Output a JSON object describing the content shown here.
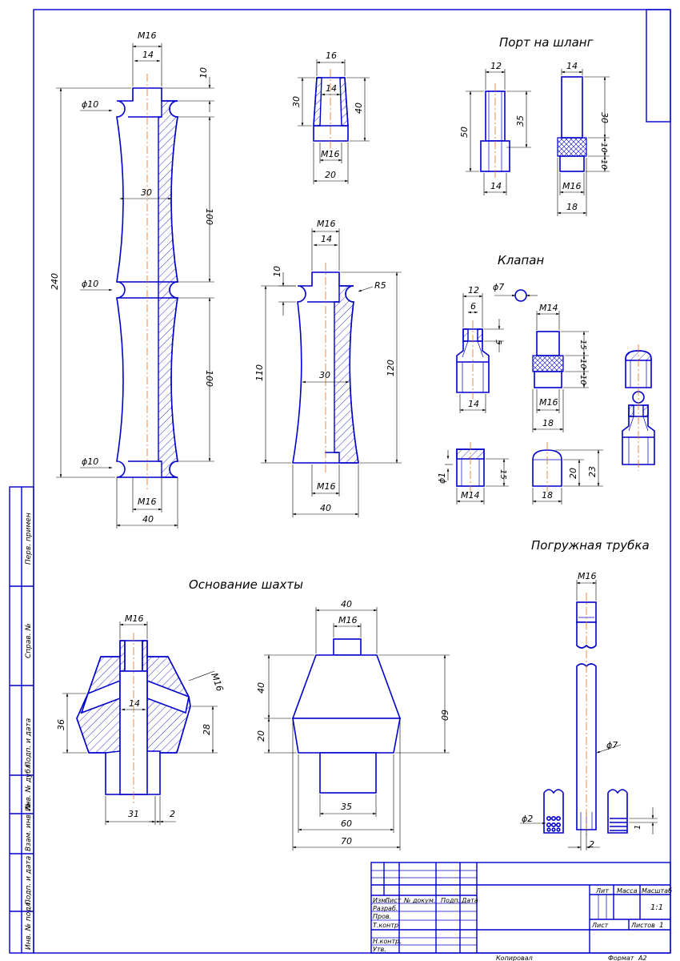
{
  "titles": {
    "port": "Порт на шланг",
    "valve": "Клапан",
    "tube": "Погружная трубка",
    "base": "Основание шахты"
  },
  "frame_labels": {
    "perv_primen": "Перв. примен",
    "sprav": "Справ. №",
    "podp_data_1": "Подп. и дата",
    "inv_dubl": "Инв. № дубл.",
    "vzam_inv": "Взам. инв. №",
    "podp_data_2": "Подп. и дата",
    "inv_podl": "Инв. № подл."
  },
  "title_block": {
    "row_labels": [
      "Изм.",
      "Лист",
      "№ докум.",
      "Подп.",
      "Дата"
    ],
    "roles": [
      "Разраб.",
      "Пров.",
      "Т.контр.",
      "Н.контр.",
      "Утв."
    ],
    "lit": "Лит",
    "massa": "Масса",
    "masshtab": "Масштаб",
    "scale_value": "1:1",
    "list": "Лист",
    "listov": "Листов",
    "listov_value": "1"
  },
  "footer": {
    "kopiroval": "Копировал",
    "format": "Формат",
    "format_value": "A2"
  },
  "dims": {
    "shaft": {
      "thread_top": "M16",
      "top_w": "14",
      "top_h": "10",
      "r_top": "ϕ10",
      "total_h": "240",
      "w_mid": "30",
      "seg1": "100",
      "r_mid": "ϕ10",
      "seg2": "100",
      "r_bot": "ϕ10",
      "thread_bot": "M16",
      "width": "40"
    },
    "sleeve": {
      "top": "16",
      "inner": "14",
      "h_in": "30",
      "h_out": "40",
      "thread": "M16",
      "bottom": "20"
    },
    "support": {
      "thread": "M16",
      "top_w": "14",
      "top_h": "10",
      "radius": "R5",
      "h_left": "110",
      "w_mid": "30",
      "h_right": "120",
      "thread_bot": "M16",
      "width": "40"
    },
    "port_a": {
      "top": "12",
      "h_total": "50",
      "h_upper": "35",
      "bottom": "14"
    },
    "port_b": {
      "top": "14",
      "h_upper": "30",
      "h_mid": "10",
      "h_low": "10",
      "thread": "M16",
      "width": "18"
    },
    "valve_a": {
      "outer": "12",
      "inner": "6",
      "h_top": "5",
      "bottom": "14"
    },
    "valve_ball": {
      "d": "ϕ7"
    },
    "valve_b": {
      "thread": "M14",
      "h1": "15",
      "h2": "10",
      "h3": "10",
      "thread_bot": "M16",
      "width": "18"
    },
    "valve_c": {
      "hole": "ϕ1",
      "h": "15",
      "thread": "M14"
    },
    "valve_d": {
      "h_in": "20",
      "h_out": "23",
      "width": "18"
    },
    "tube": {
      "thread": "M16",
      "d": "ϕ7",
      "d_holes": "ϕ2",
      "slot": "2",
      "step": "1"
    },
    "base_a": {
      "thread": "M16",
      "bore": "14",
      "h_left": "36",
      "thread_side": "M16",
      "h_right": "28",
      "w_bottom": "31",
      "wall": "2"
    },
    "base_b": {
      "top": "40",
      "thread": "M16",
      "h_cone": "40",
      "h_base": "20",
      "h_total": "60",
      "w_foot": "35",
      "w_mid": "60",
      "w_total": "70"
    }
  }
}
